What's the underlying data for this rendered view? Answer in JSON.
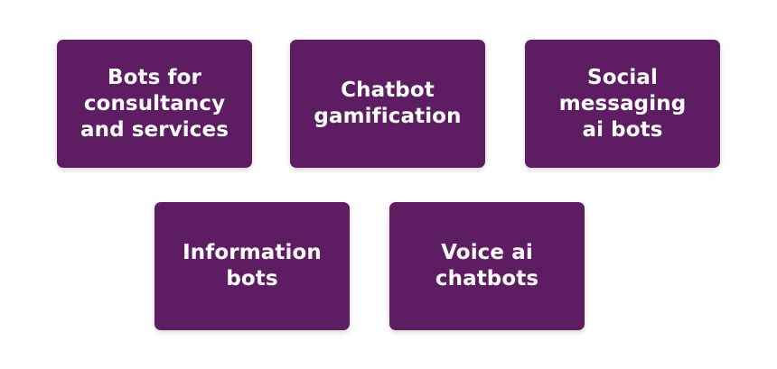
{
  "colors": {
    "card_background": "#5e1d63",
    "card_text": "#ffffff",
    "page_background": "#ffffff"
  },
  "cards": [
    {
      "label": "Bots for\nconsultancy\nand services"
    },
    {
      "label": "Chatbot\ngamification"
    },
    {
      "label": "Social\nmessaging\nai bots"
    },
    {
      "label": "Information\nbots"
    },
    {
      "label": "Voice ai\nchatbots"
    }
  ]
}
